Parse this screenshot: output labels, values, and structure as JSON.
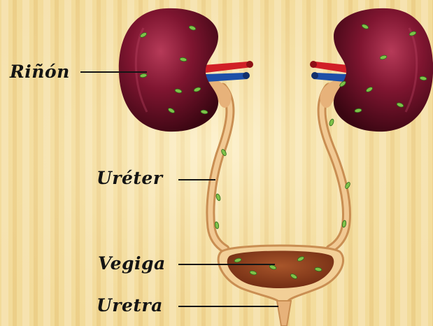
{
  "labels": {
    "kidney": "Riñón",
    "ureter": "Uréter",
    "bladder": "Vegiga",
    "urethra": "Uretra"
  },
  "colors": {
    "background_light": "#fbeec4",
    "background_stripe": "#e9c97a",
    "kidney": "#6e1024",
    "kidney_highlight": "#b63a58",
    "tube": "#e8b87e",
    "bladder_fluid": "#8a3a1c",
    "artery": "#d11f26",
    "vein": "#1d4fa8",
    "bacteria": "#7fc24a"
  },
  "icons": [
    "kidney-icon",
    "bladder-icon",
    "bacteria-icon"
  ]
}
